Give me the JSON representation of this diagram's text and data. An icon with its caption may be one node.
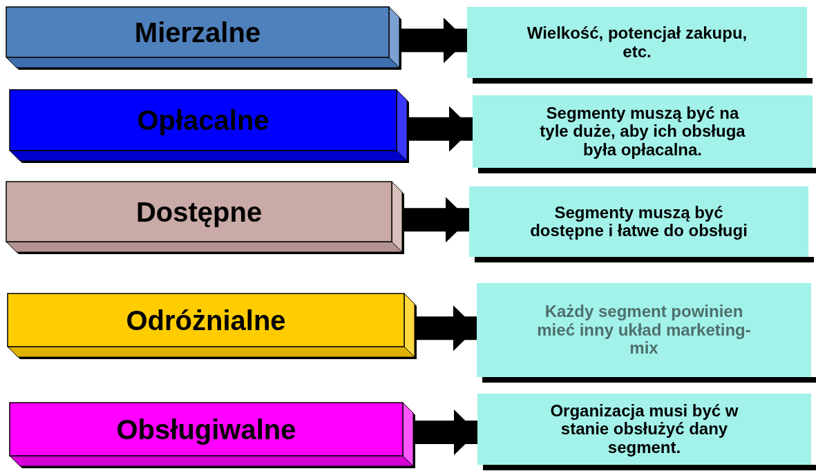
{
  "diagram": {
    "nodes": [
      {
        "text": [
          "Mierzalne"
        ]
      },
      {
        "text": [
          "Wielkość, potencjał zakupu, etc."
        ]
      },
      {
        "text": [
          "Opłacalne"
        ]
      },
      {
        "text": [
          "Segmenty muszą być na tyle duże, aby ich obsługa była opłacalna."
        ]
      },
      {
        "text": [
          "Dostępne"
        ]
      },
      {
        "text": [
          "Segmenty muszą być dostępne i łatwe do obsługi"
        ]
      },
      {
        "text": [
          "Odróżnialne"
        ]
      },
      {
        "text": [
          "Każdy segment powinien mieć inny układ marketing-mix"
        ]
      },
      {
        "text": [
          "Obsługiwalne"
        ]
      },
      {
        "text": [
          "Organizacja musi być w stanie obsłużyć dany segment."
        ]
      }
    ],
    "edges": [
      {
        "from": 0,
        "to": 1,
        "arrow": "to"
      },
      {
        "from": 2,
        "to": 3,
        "arrow": "to"
      },
      {
        "from": 4,
        "to": 5,
        "arrow": "to"
      },
      {
        "from": 6,
        "to": 7,
        "arrow": "to"
      },
      {
        "from": 8,
        "to": 9,
        "arrow": "to"
      }
    ]
  }
}
